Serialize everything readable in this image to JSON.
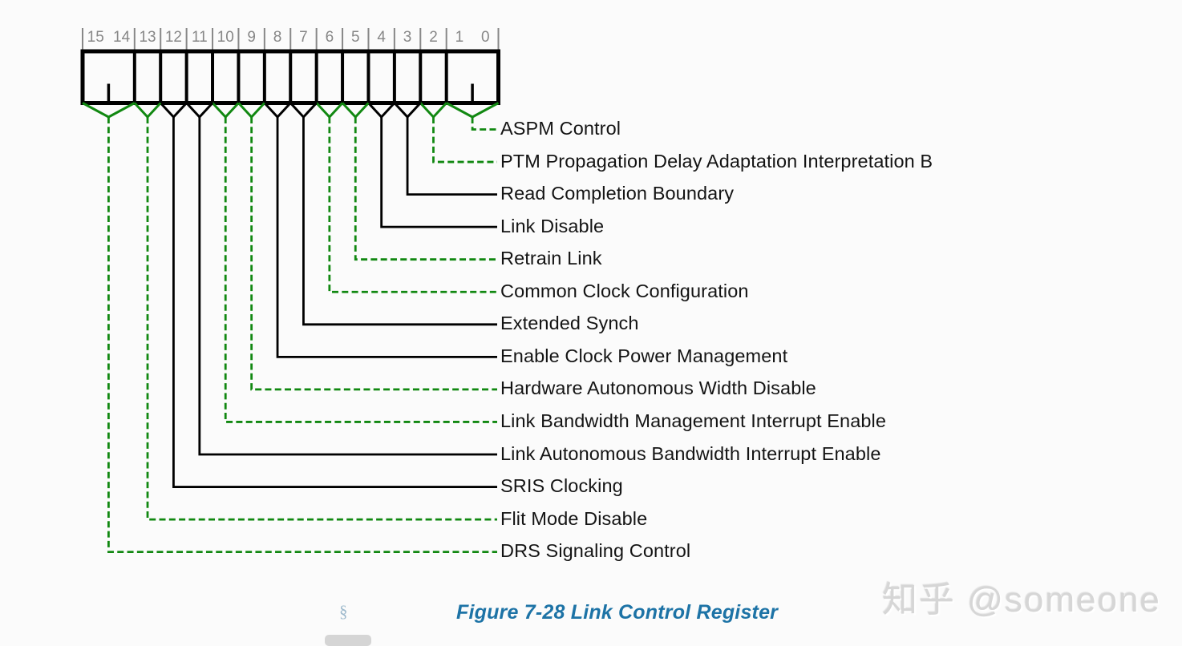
{
  "register": {
    "bit_count": 16,
    "bit_numbers": [
      "15",
      "14",
      "13",
      "12",
      "11",
      "10",
      "9",
      "8",
      "7",
      "6",
      "5",
      "4",
      "3",
      "2",
      "1",
      "0"
    ]
  },
  "fields": [
    {
      "label": "ASPM Control",
      "bit_high": 1,
      "bit_low": 0,
      "line_style": "dashed-green"
    },
    {
      "label": "PTM Propagation Delay Adaptation Interpretation B",
      "bit_high": 2,
      "bit_low": 2,
      "line_style": "dashed-green"
    },
    {
      "label": "Read Completion Boundary",
      "bit_high": 3,
      "bit_low": 3,
      "line_style": "solid-black"
    },
    {
      "label": "Link Disable",
      "bit_high": 4,
      "bit_low": 4,
      "line_style": "solid-black"
    },
    {
      "label": "Retrain Link",
      "bit_high": 5,
      "bit_low": 5,
      "line_style": "dashed-green"
    },
    {
      "label": "Common Clock Configuration",
      "bit_high": 6,
      "bit_low": 6,
      "line_style": "dashed-green"
    },
    {
      "label": "Extended Synch",
      "bit_high": 7,
      "bit_low": 7,
      "line_style": "solid-black"
    },
    {
      "label": "Enable Clock Power Management",
      "bit_high": 8,
      "bit_low": 8,
      "line_style": "solid-black"
    },
    {
      "label": "Hardware Autonomous Width Disable",
      "bit_high": 9,
      "bit_low": 9,
      "line_style": "dashed-green"
    },
    {
      "label": "Link Bandwidth Management Interrupt Enable",
      "bit_high": 10,
      "bit_low": 10,
      "line_style": "dashed-green"
    },
    {
      "label": "Link Autonomous Bandwidth Interrupt Enable",
      "bit_high": 11,
      "bit_low": 11,
      "line_style": "solid-black"
    },
    {
      "label": "SRIS Clocking",
      "bit_high": 12,
      "bit_low": 12,
      "line_style": "solid-black"
    },
    {
      "label": "Flit Mode Disable",
      "bit_high": 13,
      "bit_low": 13,
      "line_style": "dashed-green"
    },
    {
      "label": "DRS Signaling Control",
      "bit_high": 15,
      "bit_low": 14,
      "line_style": "dashed-green"
    }
  ],
  "caption": {
    "section_mark": "§",
    "text": "Figure 7-28 Link Control Register"
  },
  "watermark": {
    "text": "知乎 @someone"
  },
  "colors": {
    "field_green": "#118811",
    "field_black": "#000000",
    "bit_number_gray": "#878787",
    "caption_blue": "#1d73a6",
    "section_mark_blue": "#9db9cc",
    "watermark_gray": "#d6d6d6",
    "background": "#fbfbfb"
  }
}
